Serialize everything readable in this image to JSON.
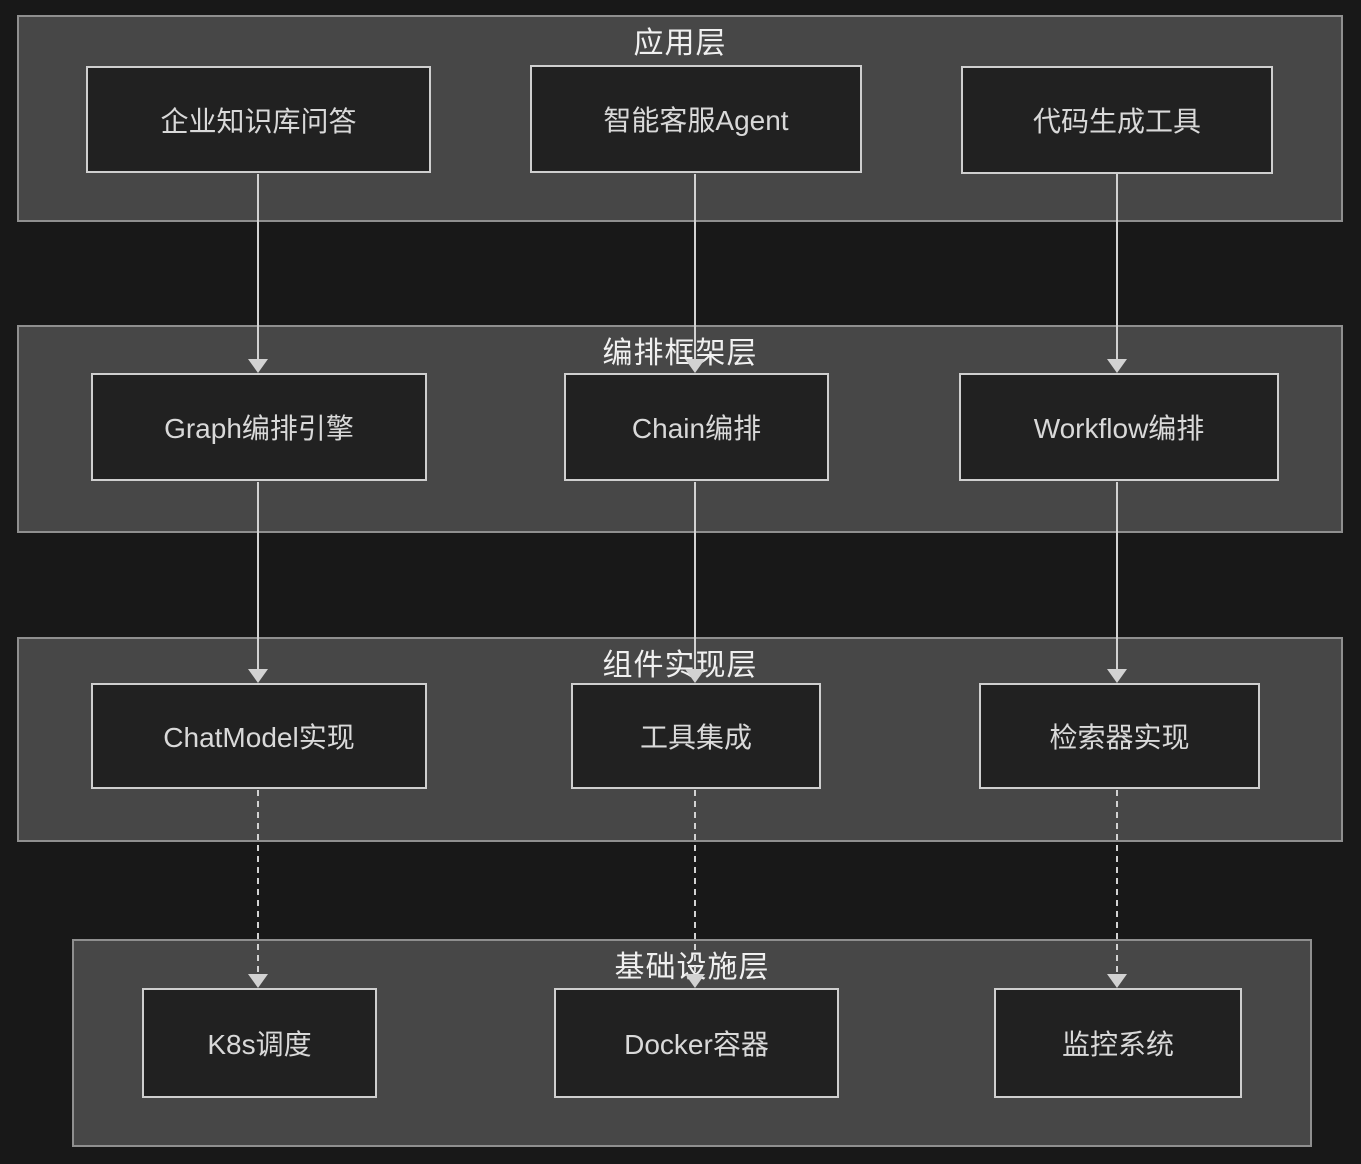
{
  "diagram": {
    "type": "layered-architecture",
    "layers": [
      {
        "id": "application",
        "title": "应用层",
        "nodes": [
          {
            "label": "企业知识库问答"
          },
          {
            "label": "智能客服Agent"
          },
          {
            "label": "代码生成工具"
          }
        ]
      },
      {
        "id": "orchestration-framework",
        "title": "编排框架层",
        "nodes": [
          {
            "label": "Graph编排引擎"
          },
          {
            "label": "Chain编排"
          },
          {
            "label": "Workflow编排"
          }
        ]
      },
      {
        "id": "component-implementation",
        "title": "组件实现层",
        "nodes": [
          {
            "label": "ChatModel实现"
          },
          {
            "label": "工具集成"
          },
          {
            "label": "检索器实现"
          }
        ]
      },
      {
        "id": "infrastructure",
        "title": "基础设施层",
        "nodes": [
          {
            "label": "K8s调度"
          },
          {
            "label": "Docker容器"
          },
          {
            "label": "监控系统"
          }
        ]
      }
    ],
    "edges": [
      {
        "from": "企业知识库问答",
        "to": "Graph编排引擎",
        "style": "solid"
      },
      {
        "from": "智能客服Agent",
        "to": "Chain编排",
        "style": "solid"
      },
      {
        "from": "代码生成工具",
        "to": "Workflow编排",
        "style": "solid"
      },
      {
        "from": "Graph编排引擎",
        "to": "ChatModel实现",
        "style": "solid"
      },
      {
        "from": "Chain编排",
        "to": "工具集成",
        "style": "solid"
      },
      {
        "from": "Workflow编排",
        "to": "检索器实现",
        "style": "solid"
      },
      {
        "from": "ChatModel实现",
        "to": "K8s调度",
        "style": "dashed"
      },
      {
        "from": "工具集成",
        "to": "Docker容器",
        "style": "dashed"
      },
      {
        "from": "检索器实现",
        "to": "监控系统",
        "style": "dashed"
      }
    ],
    "colors": {
      "background": "#181818",
      "layer_fill": "#474747",
      "layer_border": "#8f8f8f",
      "node_fill": "#212121",
      "node_border": "#cfcfcf",
      "node_text": "#d9d9d9",
      "title_text": "#f0f0f0",
      "edge": "#d2d2d2"
    }
  }
}
